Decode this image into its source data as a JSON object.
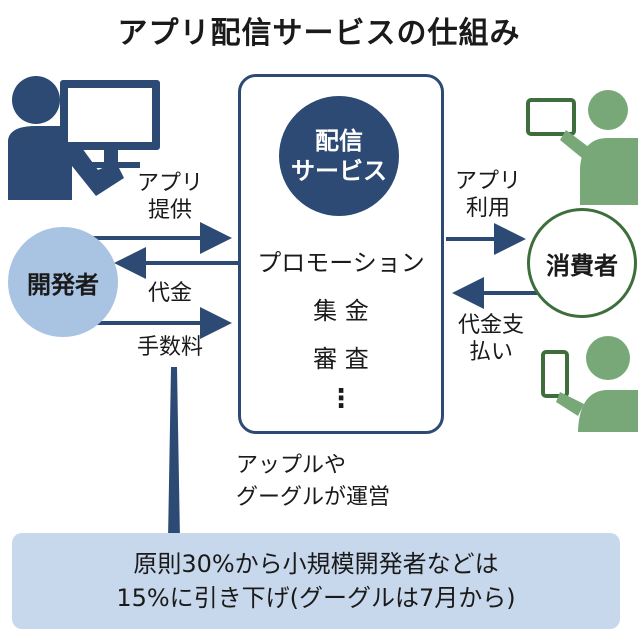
{
  "title": "アプリ配信サービスの仕組み",
  "center": {
    "service_line1": "配信",
    "service_line2": "サービス",
    "functions": [
      "プロモーション",
      "集 金",
      "審 査"
    ],
    "ellipsis": "⋮"
  },
  "operator_note": [
    "アップルや",
    "グーグルが運営"
  ],
  "developer": {
    "label": "開発者"
  },
  "consumer": {
    "label": "消費者"
  },
  "arrows_left": {
    "app_provide": [
      "アプリ",
      "提供"
    ],
    "payment": "代金",
    "commission": "手数料"
  },
  "arrows_right": {
    "app_use": [
      "アプリ",
      "利用"
    ],
    "payment": [
      "代金支",
      "払い"
    ]
  },
  "note": [
    "原則30%から小規模開発者などは",
    "15%に引き下げ(グーグルは7月から)"
  ],
  "icons": {
    "developer_person": "person-at-computer-icon",
    "consumer_person_top": "person-with-tablet-icon",
    "consumer_person_bottom": "person-with-smartphone-icon"
  },
  "colors": {
    "navy": "#2c4a73",
    "light_blue": "#a9c3e3",
    "green": "#78a878",
    "green_dark": "#3d6e3b",
    "note_bg": "#c8d8ec"
  }
}
